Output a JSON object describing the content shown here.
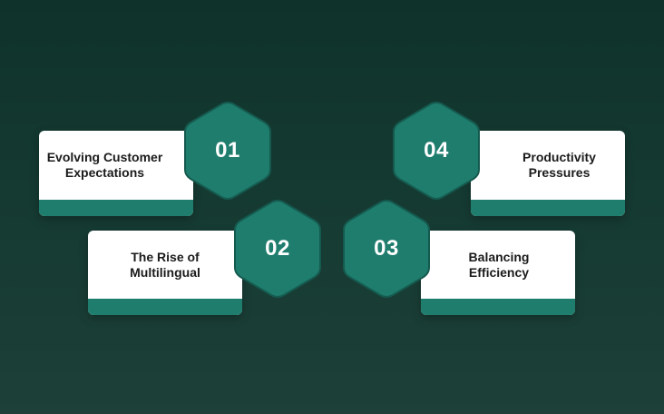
{
  "colors": {
    "background_top": "#0f332b",
    "background_bottom": "#1d4038",
    "accent": "#1f7d6e",
    "hexagon_fill": "#1f7d6e",
    "hexagon_border": "#155a4f",
    "card": "#ffffff",
    "card_text": "#1b1b1b",
    "number_text": "#ffffff"
  },
  "steps": [
    {
      "number": "01",
      "label": "Evolving Customer\nExpectations"
    },
    {
      "number": "02",
      "label": "The Rise of\nMultilingual"
    },
    {
      "number": "03",
      "label": "Balancing\nEfficiency"
    },
    {
      "number": "04",
      "label": "Productivity\nPressures"
    }
  ]
}
